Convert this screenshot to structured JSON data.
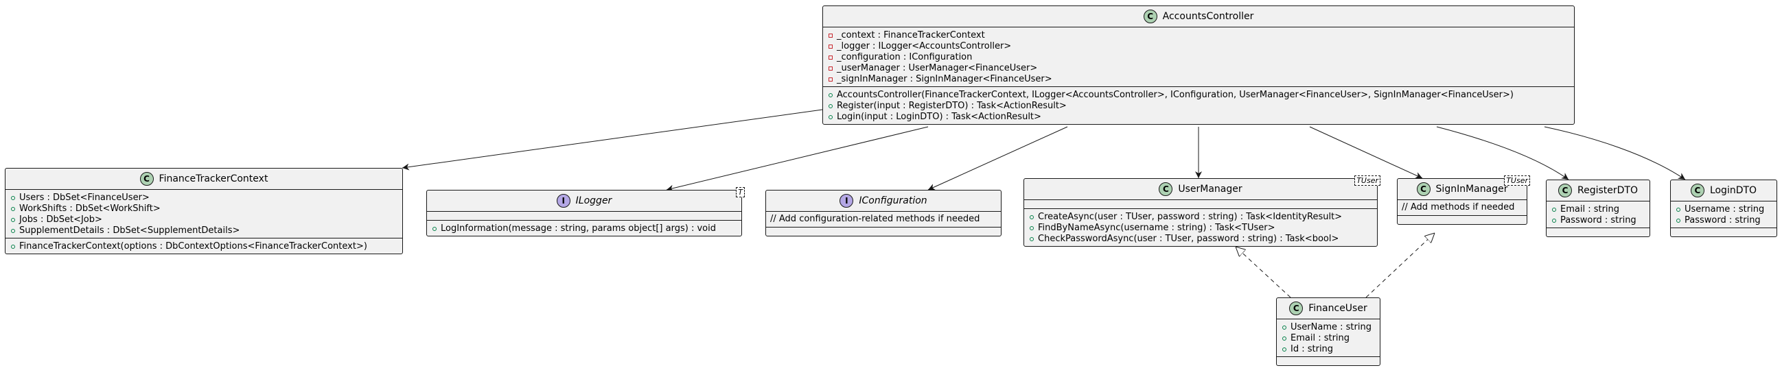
{
  "classes": {
    "accounts_controller": {
      "kind": "C",
      "name": "AccountsController",
      "fields": [
        "_context : FinanceTrackerContext",
        "_logger : ILogger<AccountsController>",
        "_configuration : IConfiguration",
        "_userManager : UserManager<FinanceUser>",
        "_signInManager : SignInManager<FinanceUser>"
      ],
      "methods": [
        "AccountsController(FinanceTrackerContext, ILogger<AccountsController>, IConfiguration, UserManager<FinanceUser>, SignInManager<FinanceUser>)",
        "Register(input : RegisterDTO) : Task<ActionResult>",
        "Login(input : LoginDTO) : Task<ActionResult>"
      ]
    },
    "finance_tracker_context": {
      "kind": "C",
      "name": "FinanceTrackerContext",
      "fields": [
        "Users : DbSet<FinanceUser>",
        "WorkShifts : DbSet<WorkShift>",
        "Jobs : DbSet<Job>",
        "SupplementDetails : DbSet<SupplementDetails>"
      ],
      "methods": [
        "FinanceTrackerContext(options : DbContextOptions<FinanceTrackerContext>)"
      ]
    },
    "ilogger": {
      "kind": "I",
      "name": "ILogger",
      "type_param": "T",
      "methods": [
        "LogInformation(message : string, params object[] args) : void"
      ]
    },
    "iconfiguration": {
      "kind": "I",
      "name": "IConfiguration",
      "comment": "// Add configuration-related methods if needed"
    },
    "user_manager": {
      "kind": "C",
      "name": "UserManager",
      "type_param": "TUser",
      "methods": [
        "CreateAsync(user : TUser, password : string) : Task<IdentityResult>",
        "FindByNameAsync(username : string) : Task<TUser>",
        "CheckPasswordAsync(user : TUser, password : string) : Task<bool>"
      ]
    },
    "signin_manager": {
      "kind": "C",
      "name": "SignInManager",
      "type_param": "TUser",
      "comment": "// Add methods if needed"
    },
    "register_dto": {
      "kind": "C",
      "name": "RegisterDTO",
      "fields": [
        "Email : string",
        "Password : string"
      ]
    },
    "login_dto": {
      "kind": "C",
      "name": "LoginDTO",
      "fields": [
        "Username : string",
        "Password : string"
      ]
    },
    "finance_user": {
      "kind": "C",
      "name": "FinanceUser",
      "fields": [
        "UserName : string",
        "Email : string",
        "Id : string"
      ]
    }
  },
  "relationships": [
    {
      "from": "AccountsController",
      "to": "FinanceTrackerContext",
      "type": "association"
    },
    {
      "from": "AccountsController",
      "to": "ILogger",
      "type": "association"
    },
    {
      "from": "AccountsController",
      "to": "IConfiguration",
      "type": "association"
    },
    {
      "from": "AccountsController",
      "to": "UserManager",
      "type": "association"
    },
    {
      "from": "AccountsController",
      "to": "SignInManager",
      "type": "association"
    },
    {
      "from": "AccountsController",
      "to": "RegisterDTO",
      "type": "association"
    },
    {
      "from": "AccountsController",
      "to": "LoginDTO",
      "type": "association"
    },
    {
      "from": "FinanceUser",
      "to": "UserManager",
      "type": "realization"
    },
    {
      "from": "FinanceUser",
      "to": "SignInManager",
      "type": "realization"
    }
  ],
  "colors": {
    "class_badge": "#add1b2",
    "interface_badge": "#b4a7e5",
    "box_fill": "#f1f1f1",
    "border": "#181818",
    "private_marker": "#c82930",
    "public_marker": "#038048"
  }
}
